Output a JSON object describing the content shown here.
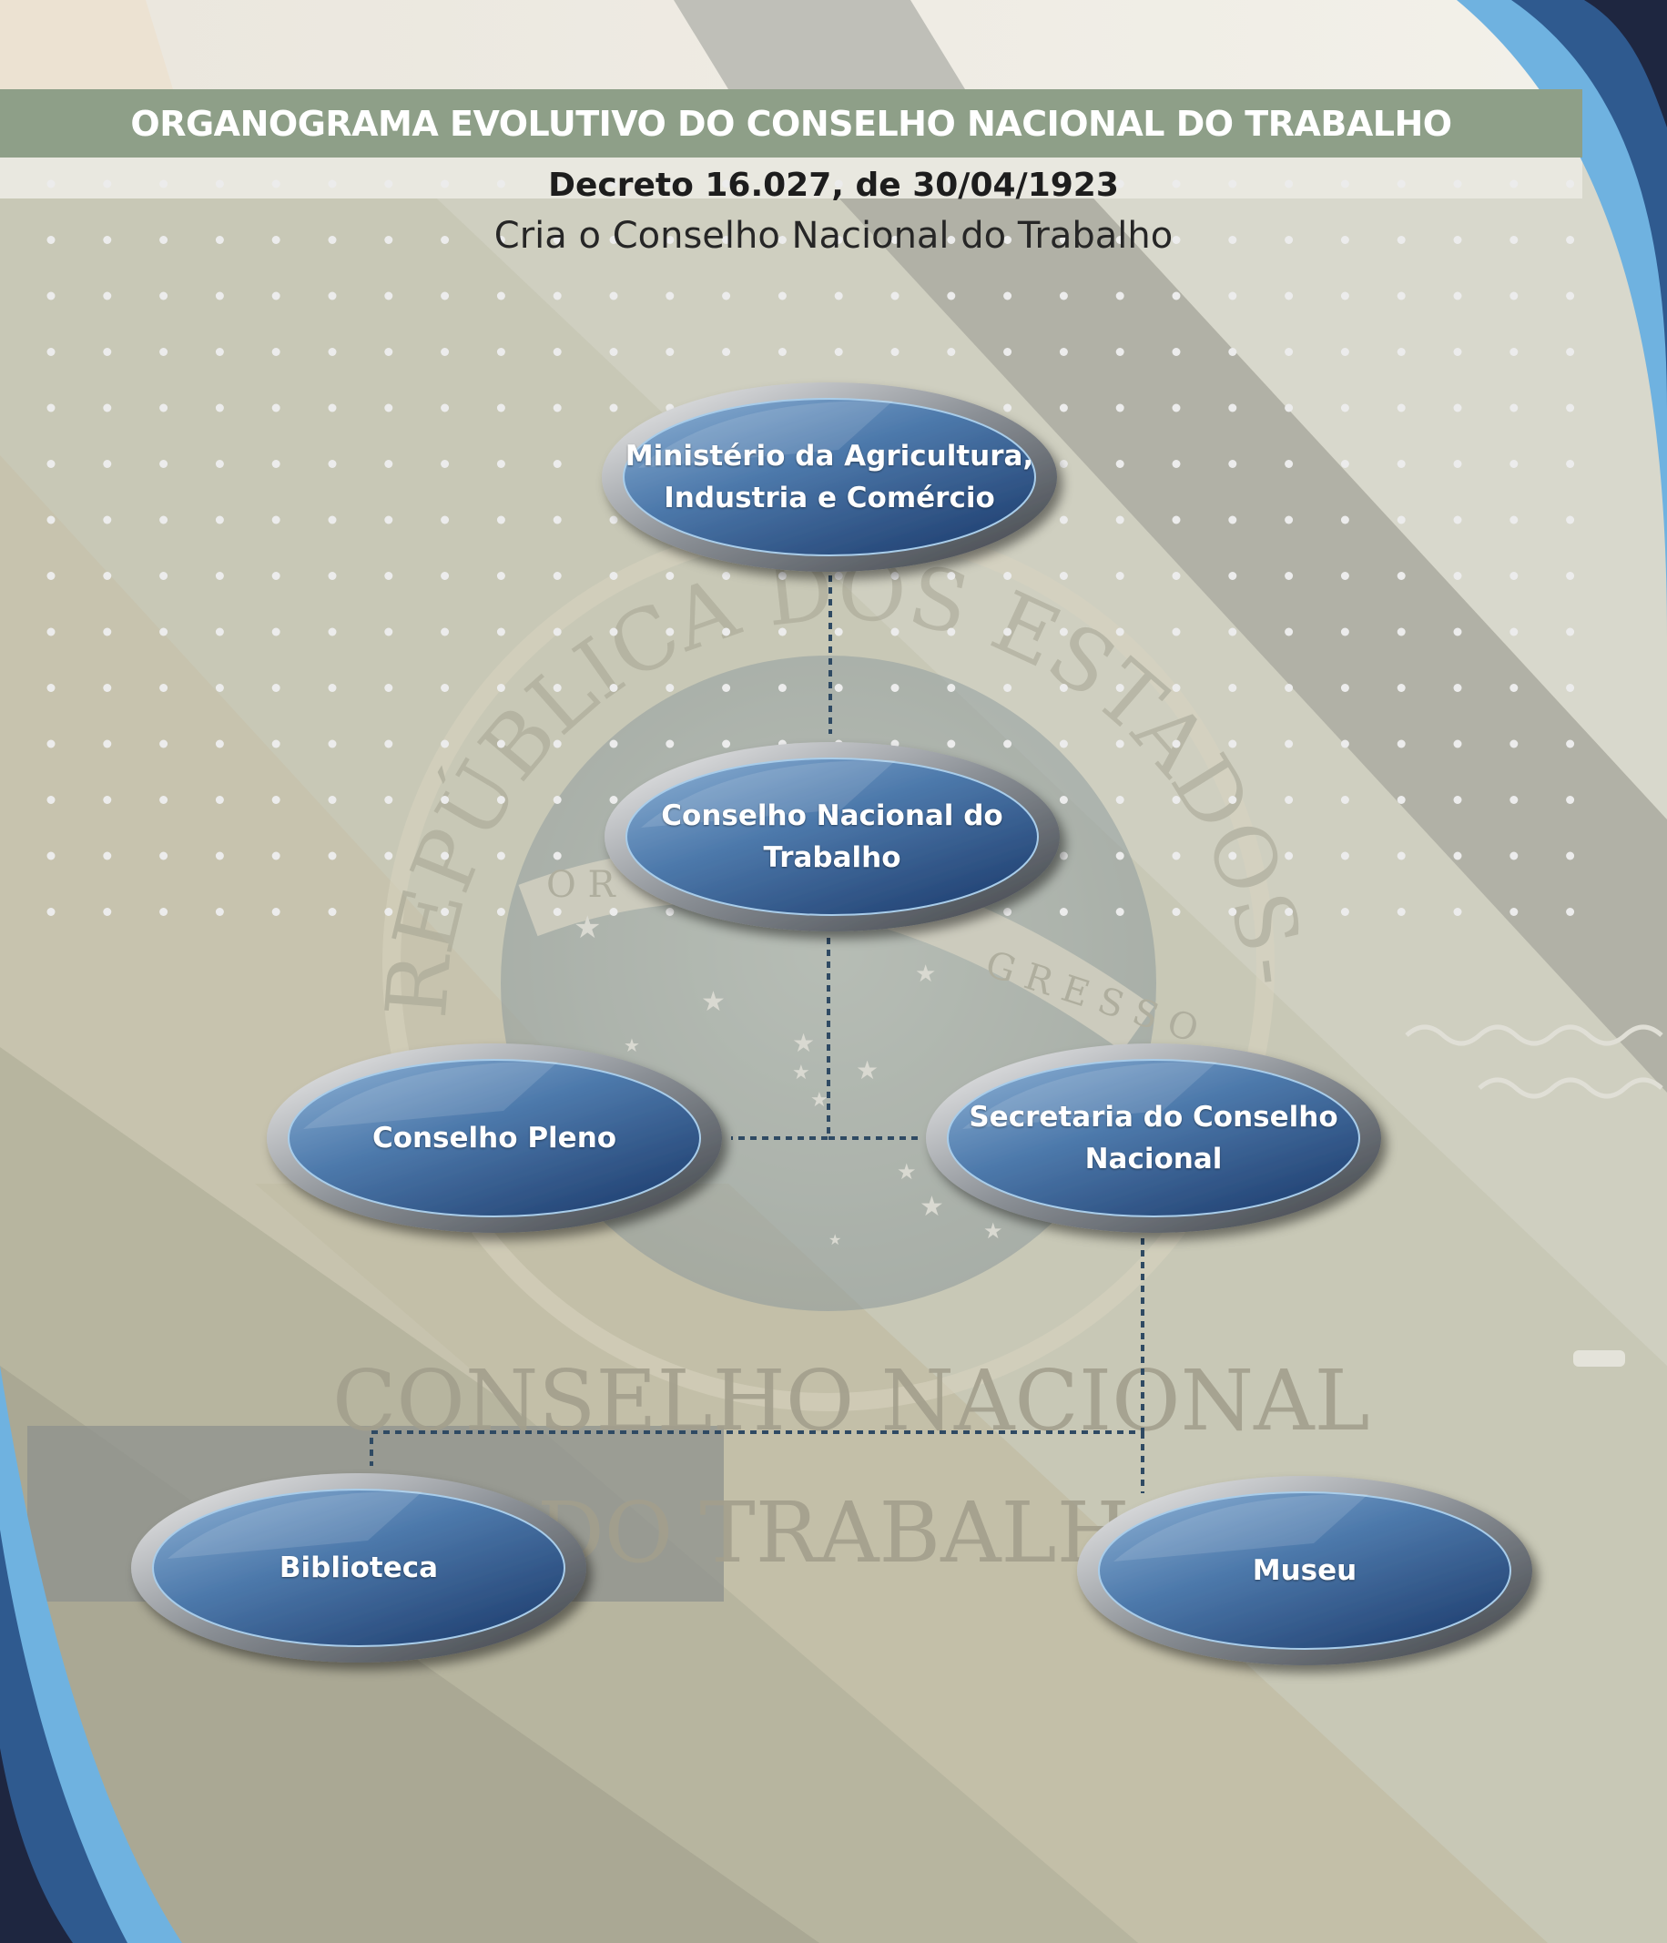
{
  "header": {
    "title": "ORGANOGRAMA EVOLUTIVO DO CONSELHO NACIONAL DO TRABALHO",
    "decree": "Decreto 16.027, de 30/04/1923",
    "subtitle": "Cria o Conselho Nacional do Trabalho"
  },
  "watermark": {
    "seal_ring_text": "REPÚBLICA DOS ESTADOS-UNIDOS DO BRASIL",
    "seal_band_text": "ORDEM E PROGRESSO",
    "line1": "CONSELHO NACIONAL",
    "line2": "DO TRABALHO"
  },
  "nodes": [
    {
      "id": "ministerio",
      "lines": [
        "Ministério da Agricultura,",
        "Industria e Comércio"
      ]
    },
    {
      "id": "cnt",
      "lines": [
        "Conselho Nacional do",
        "Trabalho"
      ]
    },
    {
      "id": "pleno",
      "lines": [
        "Conselho Pleno"
      ]
    },
    {
      "id": "secretaria",
      "lines": [
        "Secretaria do Conselho",
        "Nacional"
      ]
    },
    {
      "id": "biblioteca",
      "lines": [
        "Biblioteca"
      ]
    },
    {
      "id": "museu",
      "lines": [
        "Museu"
      ]
    }
  ],
  "edges": [
    {
      "from": "ministerio",
      "to": "cnt"
    },
    {
      "from": "cnt",
      "to": "pleno"
    },
    {
      "from": "cnt",
      "to": "secretaria"
    },
    {
      "from": "secretaria",
      "to": "biblioteca"
    },
    {
      "from": "secretaria",
      "to": "museu"
    }
  ],
  "colors": {
    "title_band": "#8e9f88",
    "node_fill_light": "#8fb3d6",
    "node_fill_dark": "#1f3f70",
    "connector": "#2f4a63",
    "frame_light_blue": "#6fb2e0",
    "frame_dark_blue": "#2f5a8f",
    "frame_navy": "#1e2640"
  }
}
